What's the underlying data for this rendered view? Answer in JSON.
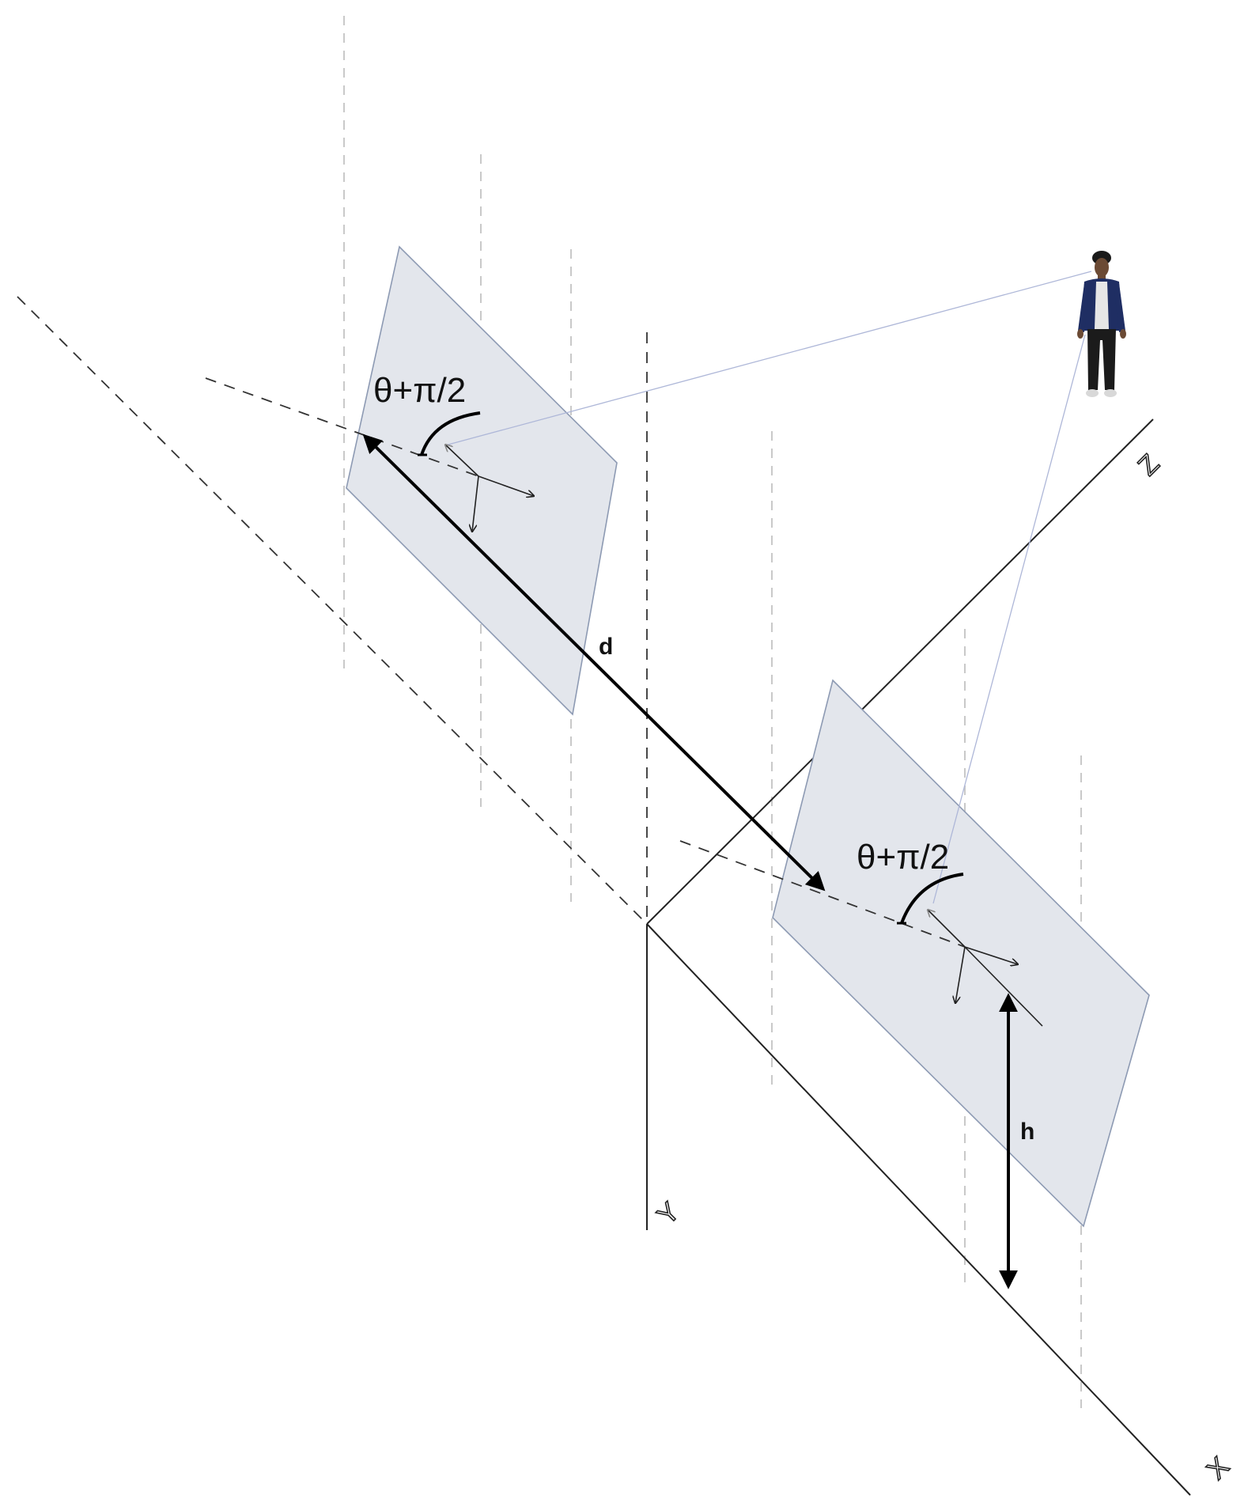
{
  "diagram": {
    "labels": {
      "angle_top": "θ+π/2",
      "angle_bottom": "θ+π/2",
      "distance_d": "d",
      "height_h": "h",
      "axis_x": "X",
      "axis_y": "Y",
      "axis_z": "Z"
    },
    "icons": {
      "person": "person-icon"
    },
    "colors": {
      "plane_fill": "#e3e6ec",
      "plane_stroke": "#8d9ab3",
      "ray": "#aeb7d8",
      "guide_dashes": "#c9c9c9"
    }
  }
}
